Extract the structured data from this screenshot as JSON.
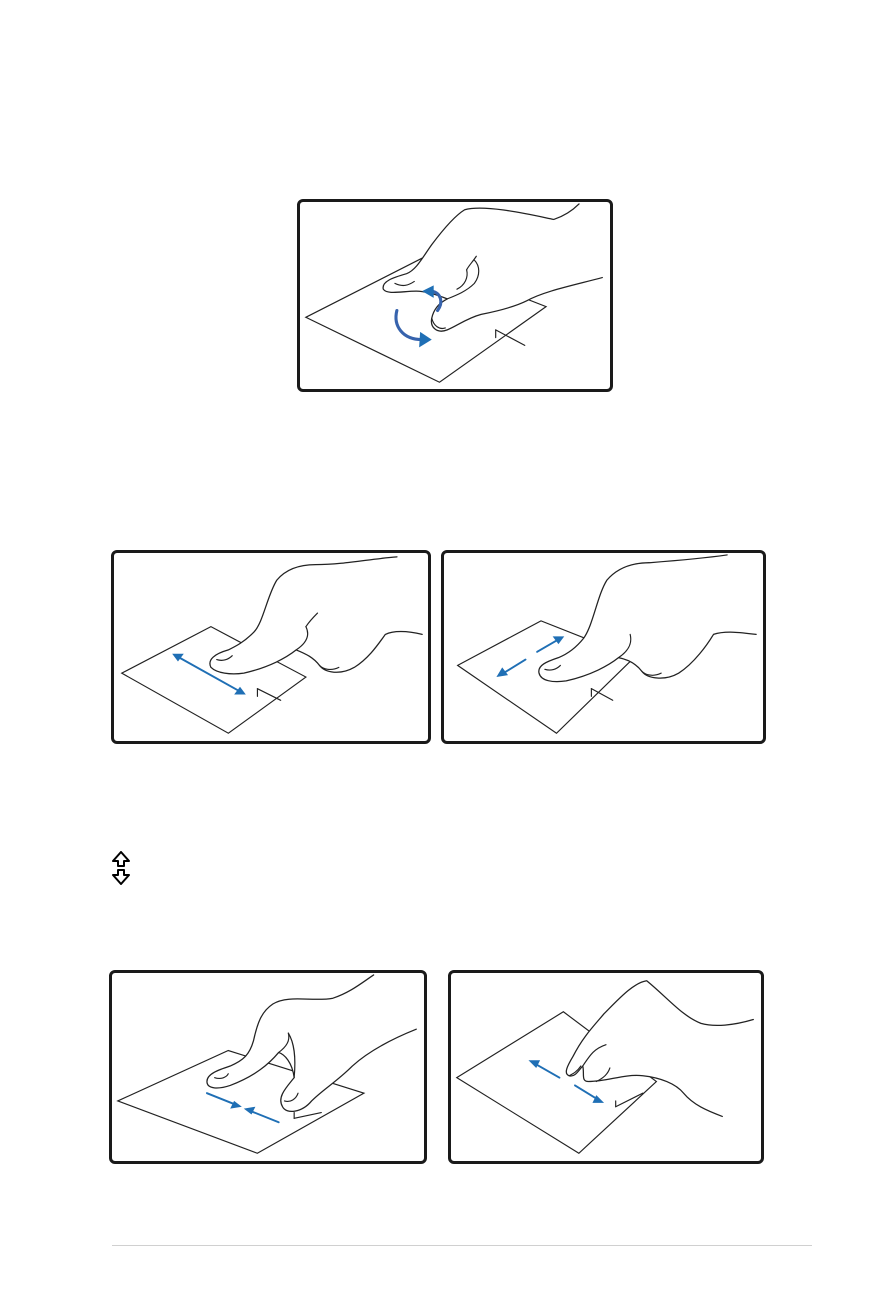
{
  "page": {
    "figures": [
      {
        "id": "rotate",
        "icon": "rotate-gesture-icon"
      },
      {
        "id": "scroll-horizontal",
        "icon": "two-finger-scroll-horizontal-icon"
      },
      {
        "id": "scroll-vertical",
        "icon": "two-finger-scroll-vertical-icon"
      },
      {
        "id": "pinch-in",
        "icon": "pinch-in-icon"
      },
      {
        "id": "pinch-out",
        "icon": "pinch-out-icon"
      }
    ],
    "scroll_symbol": "up-down-arrow-icon",
    "accent_color": "#1f6fb5"
  }
}
